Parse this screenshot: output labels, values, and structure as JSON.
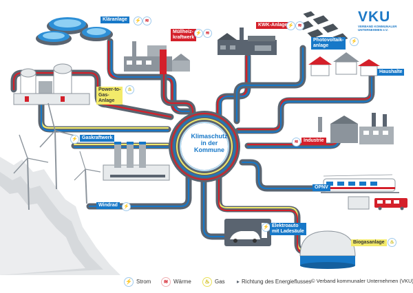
{
  "hub": {
    "line1": "Klimaschutz",
    "line2": "in der",
    "line3": "Kommune"
  },
  "logo": {
    "mark": "VKU",
    "sub1": "VERBAND KOMMUNALER",
    "sub2": "UNTERNEHMEN e.V."
  },
  "labels": {
    "klaeranlage": "Kläranlage",
    "muellheizkraftwerk_1": "Müllheiz-",
    "muellheizkraftwerk_2": "kraftwerk",
    "kwk": "KWK-Anlage",
    "photovoltaik_1": "Photovoltaik-",
    "photovoltaik_2": "anlage",
    "haushalte": "Haushalte",
    "ptg_1": "Power-to-",
    "ptg_2": "Gas-",
    "ptg_3": "Anlage",
    "gaskraftwerk": "Gaskraftwerk",
    "industrie": "Industrie",
    "oepnv": "ÖPNV",
    "windrad": "Windrad",
    "elektroauto_1": "Elektroauto",
    "elektroauto_2": "mit Ladesäule",
    "biogas": "Biogasanlage"
  },
  "legend": {
    "strom": "Strom",
    "waerme": "Wärme",
    "gas": "Gas",
    "richtung": "Richtung des Energieflusses"
  },
  "copyright": "© Verband kommunaler Unternehmen (VKU)",
  "colors": {
    "strom": "#1778c8",
    "waerme": "#d4202a",
    "gas": "#f3ea6a",
    "pipe": "#5a6470",
    "water": "#bfe3f6"
  },
  "icons": {
    "strom": "lightning-icon",
    "waerme": "heat-waves-icon",
    "gas": "flame-icon",
    "richtung": "arrow-right-icon"
  }
}
